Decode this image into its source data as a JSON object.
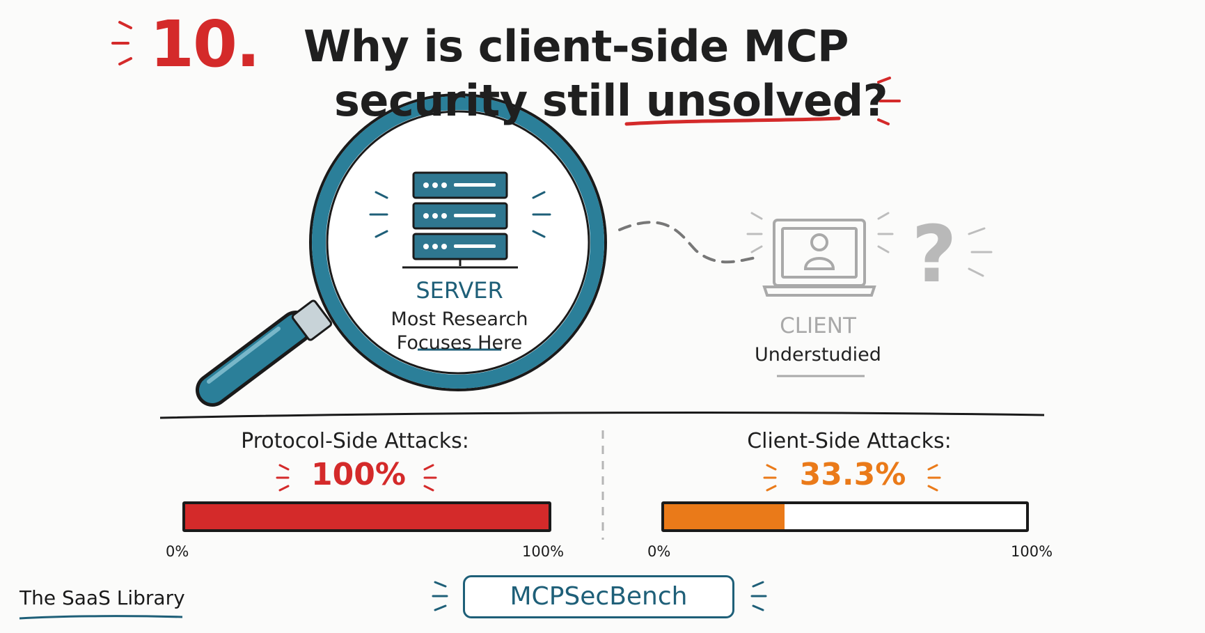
{
  "header": {
    "number": "10.",
    "title_line1": "Why is client-side MCP",
    "title_line2_prefix": "security still ",
    "title_line2_highlight": "unsolved?"
  },
  "server": {
    "title": "SERVER",
    "subtitle_line1": "Most Research",
    "subtitle_line2": "Focuses Here",
    "icon": "server-rack-icon"
  },
  "client": {
    "title": "CLIENT",
    "subtitle": "Understudied",
    "icon": "laptop-user-icon",
    "question_icon": "question-mark-icon"
  },
  "stats": [
    {
      "label": "Protocol-Side Attacks:",
      "value_text": "100%",
      "value": 100,
      "color": "#d42a2a",
      "axis_min": "0%",
      "axis_max": "100%"
    },
    {
      "label": "Client-Side Attacks:",
      "value_text": "33.3%",
      "value": 33.3,
      "color": "#ea7a19",
      "axis_min": "0%",
      "axis_max": "100%"
    }
  ],
  "footer": {
    "brand": "The SaaS Library",
    "source": "MCPSecBench"
  },
  "colors": {
    "accent_red": "#d42a2a",
    "accent_orange": "#ea7a19",
    "teal": "#1e5f78",
    "grey": "#a9a9a9"
  }
}
